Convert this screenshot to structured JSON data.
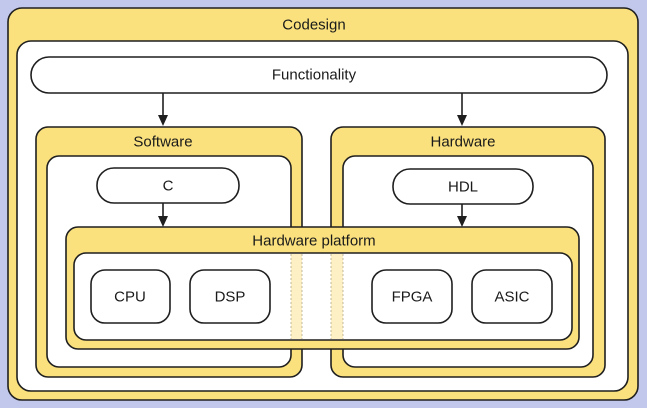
{
  "diagram": {
    "title": "Codesign",
    "functionality": "Functionality",
    "software": {
      "title": "Software",
      "language": "C"
    },
    "hardware": {
      "title": "Hardware",
      "language": "HDL"
    },
    "platform": {
      "title": "Hardware platform",
      "components": [
        "CPU",
        "DSP",
        "FPGA",
        "ASIC"
      ]
    },
    "edges": [
      {
        "from": "Functionality",
        "to": "Software"
      },
      {
        "from": "Functionality",
        "to": "Hardware"
      },
      {
        "from": "C",
        "to": "Hardware platform"
      },
      {
        "from": "HDL",
        "to": "Hardware platform"
      }
    ]
  },
  "colors": {
    "background": "#c2c8ec",
    "container_fill": "#fae17e",
    "inner_fill": "#ffffff",
    "stroke": "#1f1f1f"
  }
}
